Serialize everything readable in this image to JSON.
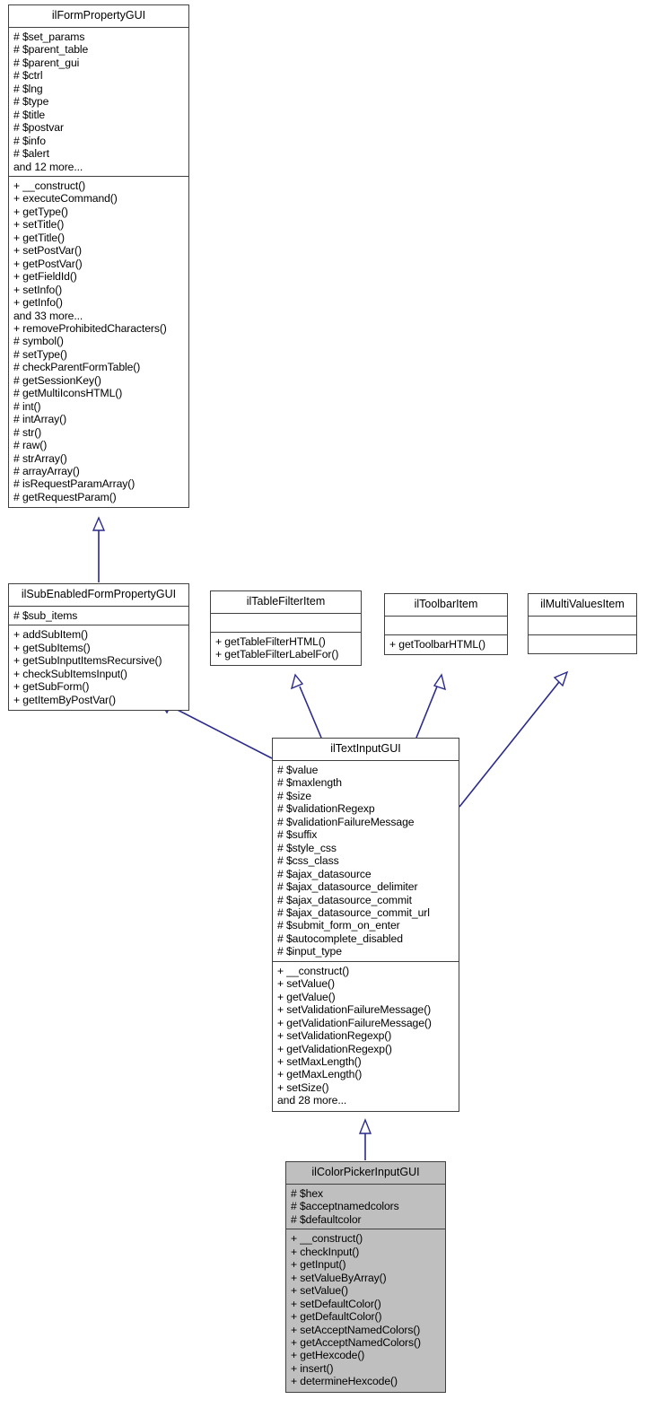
{
  "diagram": {
    "kind": "uml-class-inheritance-diagram",
    "edge_color": "#2a2a8c",
    "highlight_fill": "#bfbfbf",
    "border_color": "#404040",
    "background": "#ffffff"
  },
  "classes": [
    {
      "id": "ilFormPropertyGUI",
      "title": "ilFormPropertyGUI",
      "highlighted": false,
      "attributes": [
        "# $set_params",
        "# $parent_table",
        "# $parent_gui",
        "# $ctrl",
        "# $lng",
        "# $type",
        "# $title",
        "# $postvar",
        "# $info",
        "# $alert",
        "and 12 more..."
      ],
      "operations": [
        "+ __construct()",
        "+ executeCommand()",
        "+ getType()",
        "+ setTitle()",
        "+ getTitle()",
        "+ setPostVar()",
        "+ getPostVar()",
        "+ getFieldId()",
        "+ setInfo()",
        "+ getInfo()",
        "and 33 more...",
        "+ removeProhibitedCharacters()",
        "# symbol()",
        "# setType()",
        "# checkParentFormTable()",
        "# getSessionKey()",
        "# getMultiIconsHTML()",
        "# int()",
        "# intArray()",
        "# str()",
        "# raw()",
        "# strArray()",
        "# arrayArray()",
        "# isRequestParamArray()",
        "# getRequestParam()"
      ]
    },
    {
      "id": "ilSubEnabledFormPropertyGUI",
      "title": "ilSubEnabledFormPropertyGUI",
      "highlighted": false,
      "attributes": [
        "# $sub_items"
      ],
      "operations": [
        "+ addSubItem()",
        "+ getSubItems()",
        "+ getSubInputItemsRecursive()",
        "+ checkSubItemsInput()",
        "+ getSubForm()",
        "+ getItemByPostVar()"
      ]
    },
    {
      "id": "ilTableFilterItem",
      "title": "ilTableFilterItem",
      "highlighted": false,
      "attributes": [],
      "operations": [
        "+ getTableFilterHTML()",
        "+ getTableFilterLabelFor()"
      ]
    },
    {
      "id": "ilToolbarItem",
      "title": "ilToolbarItem",
      "highlighted": false,
      "attributes": [],
      "operations": [
        "+ getToolbarHTML()"
      ]
    },
    {
      "id": "ilMultiValuesItem",
      "title": "ilMultiValuesItem",
      "highlighted": false,
      "attributes": [],
      "operations": []
    },
    {
      "id": "ilTextInputGUI",
      "title": "ilTextInputGUI",
      "highlighted": false,
      "attributes": [
        "# $value",
        "# $maxlength",
        "# $size",
        "# $validationRegexp",
        "# $validationFailureMessage",
        "# $suffix",
        "# $style_css",
        "# $css_class",
        "# $ajax_datasource",
        "# $ajax_datasource_delimiter",
        "# $ajax_datasource_commit",
        "# $ajax_datasource_commit_url",
        "# $submit_form_on_enter",
        "# $autocomplete_disabled",
        "# $input_type"
      ],
      "operations": [
        "+ __construct()",
        "+ setValue()",
        "+ getValue()",
        "+ setValidationFailureMessage()",
        "+ getValidationFailureMessage()",
        "+ setValidationRegexp()",
        "+ getValidationRegexp()",
        "+ setMaxLength()",
        "+ getMaxLength()",
        "+ setSize()",
        "and 28 more..."
      ]
    },
    {
      "id": "ilColorPickerInputGUI",
      "title": "ilColorPickerInputGUI",
      "highlighted": true,
      "attributes": [
        "# $hex",
        "# $acceptnamedcolors",
        "# $defaultcolor"
      ],
      "operations": [
        "+ __construct()",
        "+ checkInput()",
        "+ getInput()",
        "+ setValueByArray()",
        "+ setValue()",
        "+ setDefaultColor()",
        "+ getDefaultColor()",
        "+ setAcceptNamedColors()",
        "+ getAcceptNamedColors()",
        "+ getHexcode()",
        "+ insert()",
        "+ determineHexcode()"
      ]
    }
  ],
  "edges": [
    {
      "from": "ilSubEnabledFormPropertyGUI",
      "to": "ilFormPropertyGUI",
      "type": "inheritance"
    },
    {
      "from": "ilTextInputGUI",
      "to": "ilSubEnabledFormPropertyGUI",
      "type": "inheritance"
    },
    {
      "from": "ilTextInputGUI",
      "to": "ilTableFilterItem",
      "type": "inheritance"
    },
    {
      "from": "ilTextInputGUI",
      "to": "ilToolbarItem",
      "type": "inheritance"
    },
    {
      "from": "ilTextInputGUI",
      "to": "ilMultiValuesItem",
      "type": "inheritance"
    },
    {
      "from": "ilColorPickerInputGUI",
      "to": "ilTextInputGUI",
      "type": "inheritance"
    }
  ]
}
